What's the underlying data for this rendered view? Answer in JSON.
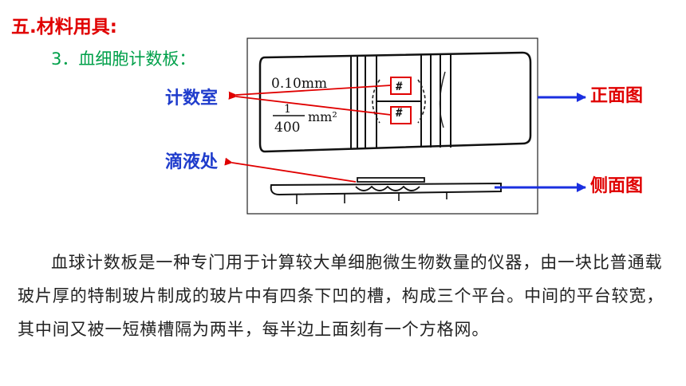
{
  "section_heading": "五.材料用具:",
  "subheading": "3．血细胞计数板：",
  "figure": {
    "labels": {
      "counting_chamber": "计数室",
      "sample_spot": "滴液处",
      "front_view": "正面图",
      "side_view": "侧面图"
    },
    "slide_text": {
      "depth": "0.10mm",
      "area_numerator": "1",
      "area_denominator": "400",
      "area_unit": "mm²"
    },
    "colors": {
      "callout_blue": "#1f3ccc",
      "callout_red": "#e00000",
      "highlight_box": "#e00000",
      "view_arrow": "#1a2fe0"
    }
  },
  "paragraph": "血球计数板是一种专门用于计算较大单细胞微生物数量的仪器，由一块比普通载玻片厚的特制玻片制成的玻片中有四条下凹的槽，构成三个平台。中间的平台较宽，其中间又被一短横槽隔为两半，每半边上面刻有一个方格网。"
}
